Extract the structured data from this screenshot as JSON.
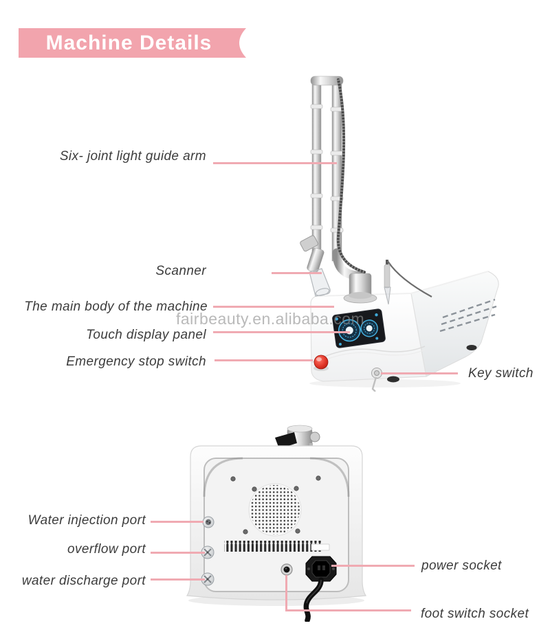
{
  "header": {
    "title": "Machine Details"
  },
  "watermark": {
    "text": "fairbeauty.en.alibaba.com"
  },
  "labels": {
    "six_joint_arm": "Six- joint light guide arm",
    "scanner": "Scanner",
    "main_body": "The main body of the machine",
    "touch_panel": "Touch display panel",
    "emergency_stop": "Emergency stop switch",
    "key_switch": "Key switch",
    "water_injection": "Water injection port",
    "overflow": "overflow port",
    "water_discharge": "water discharge port",
    "power_socket": "power socket",
    "foot_switch": "foot switch socket"
  },
  "colors": {
    "banner_pink": "#f2a4ad",
    "callout_line": "#f0aab2",
    "label_text": "#3c3c3c",
    "screen_blue": "#46b5e6",
    "emergency_red": "#d8281c"
  }
}
